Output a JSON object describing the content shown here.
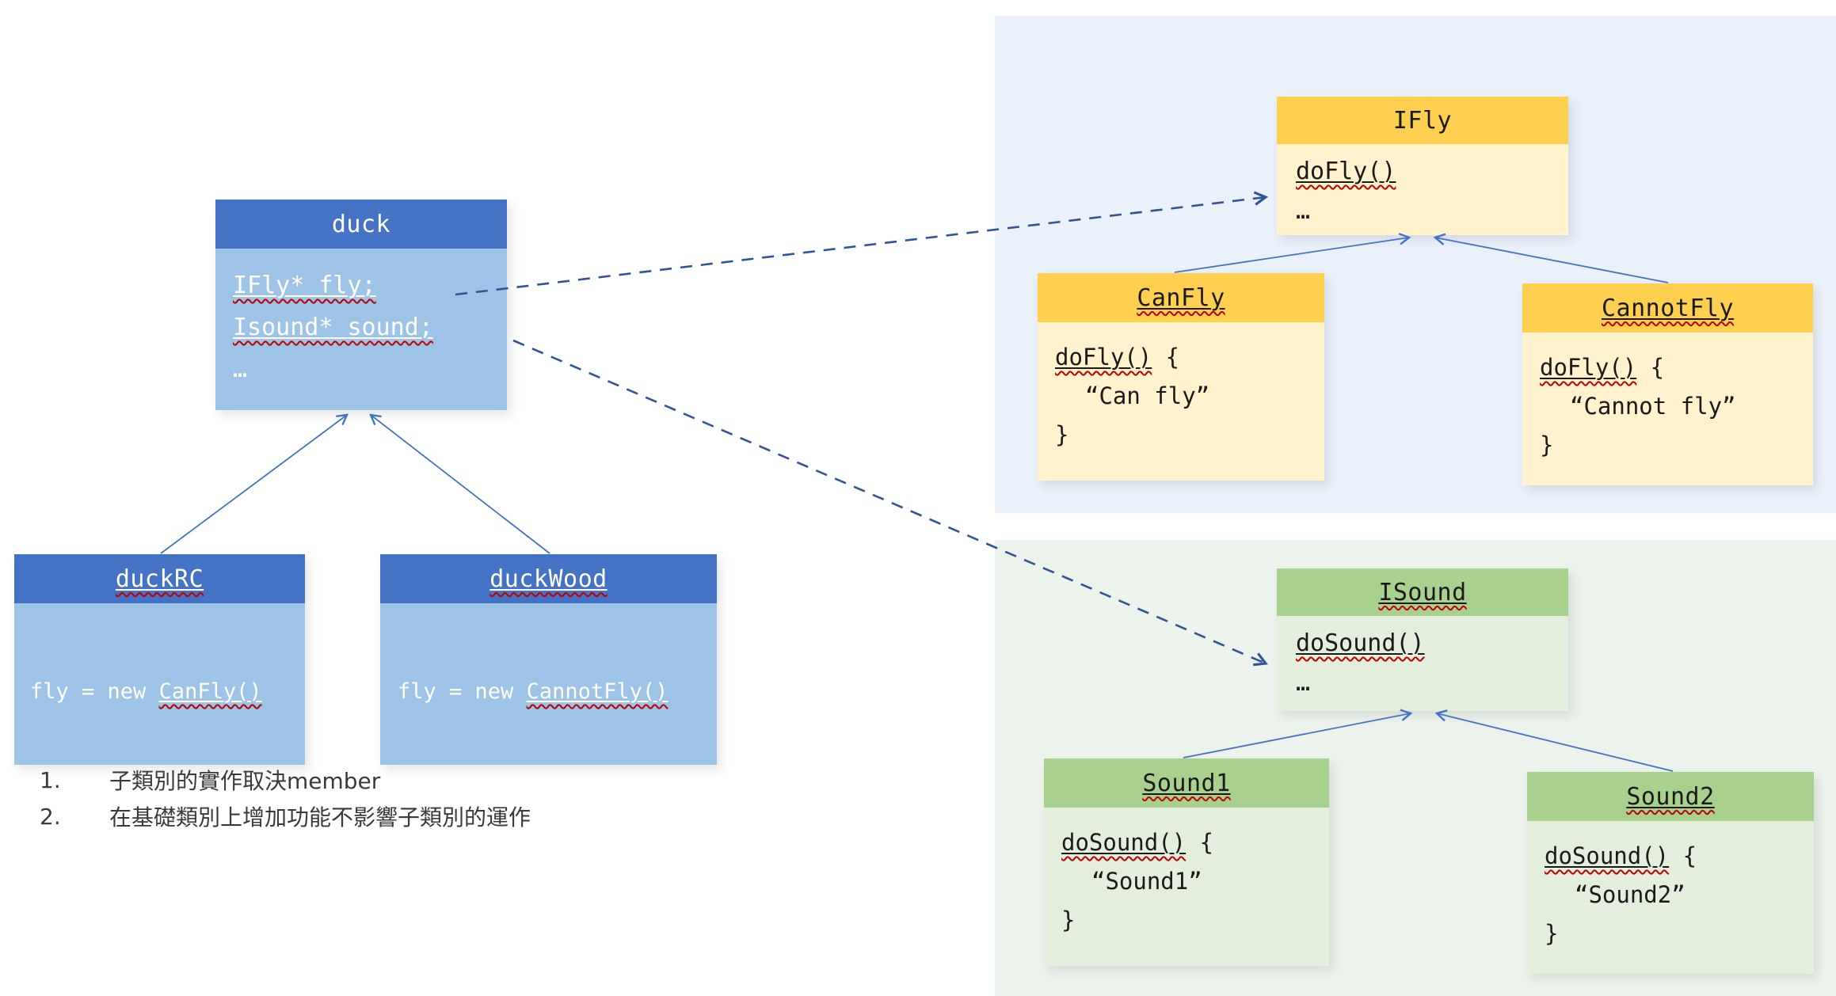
{
  "colors": {
    "blue_header": "#4472C4",
    "blue_body": "#9DC3E6",
    "yellow_header": "#FFD04F",
    "yellow_body": "#FFF2CC",
    "green_header": "#A9D18E",
    "green_body": "#E4EEDC",
    "panel_blue": "#EAF1FB",
    "panel_green": "#ECF3EC",
    "arrow": "#4472C4",
    "dashed": "#2F5597",
    "squiggle": "#C00000"
  },
  "diagram": {
    "duck": {
      "title": "duck",
      "line1": "IFly* fly;",
      "line2": "Isound* sound;",
      "line3": "…"
    },
    "duckRC": {
      "title": "duckRC",
      "prefix": "fly = new ",
      "call": "CanFly()"
    },
    "duckWood": {
      "title": "duckWood",
      "prefix": "fly = new ",
      "call": "CannotFly()"
    },
    "ifly": {
      "title": "IFly",
      "method": "doFly()",
      "more": "…"
    },
    "canfly": {
      "title": "CanFly",
      "method": "doFly()",
      "rest": " {",
      "quote": "“Can fly”",
      "close": "}"
    },
    "cannotfly": {
      "title": "CannotFly",
      "method": "doFly()",
      "rest": " {",
      "quote": "“Cannot fly”",
      "close": "}"
    },
    "isound": {
      "title": "ISound",
      "method": "doSound()",
      "more": "…"
    },
    "sound1": {
      "title": "Sound1",
      "method": "doSound()",
      "rest": " {",
      "quote": "“Sound1”",
      "close": "}"
    },
    "sound2": {
      "title": "Sound2",
      "method": "doSound()",
      "rest": " {",
      "quote": "“Sound2”",
      "close": "}"
    }
  },
  "notes": {
    "n1_num": "1.",
    "n1_text": "子類別的實作取決member",
    "n2_num": "2.",
    "n2_text": "在基礎類別上增加功能不影響子類別的運作"
  }
}
